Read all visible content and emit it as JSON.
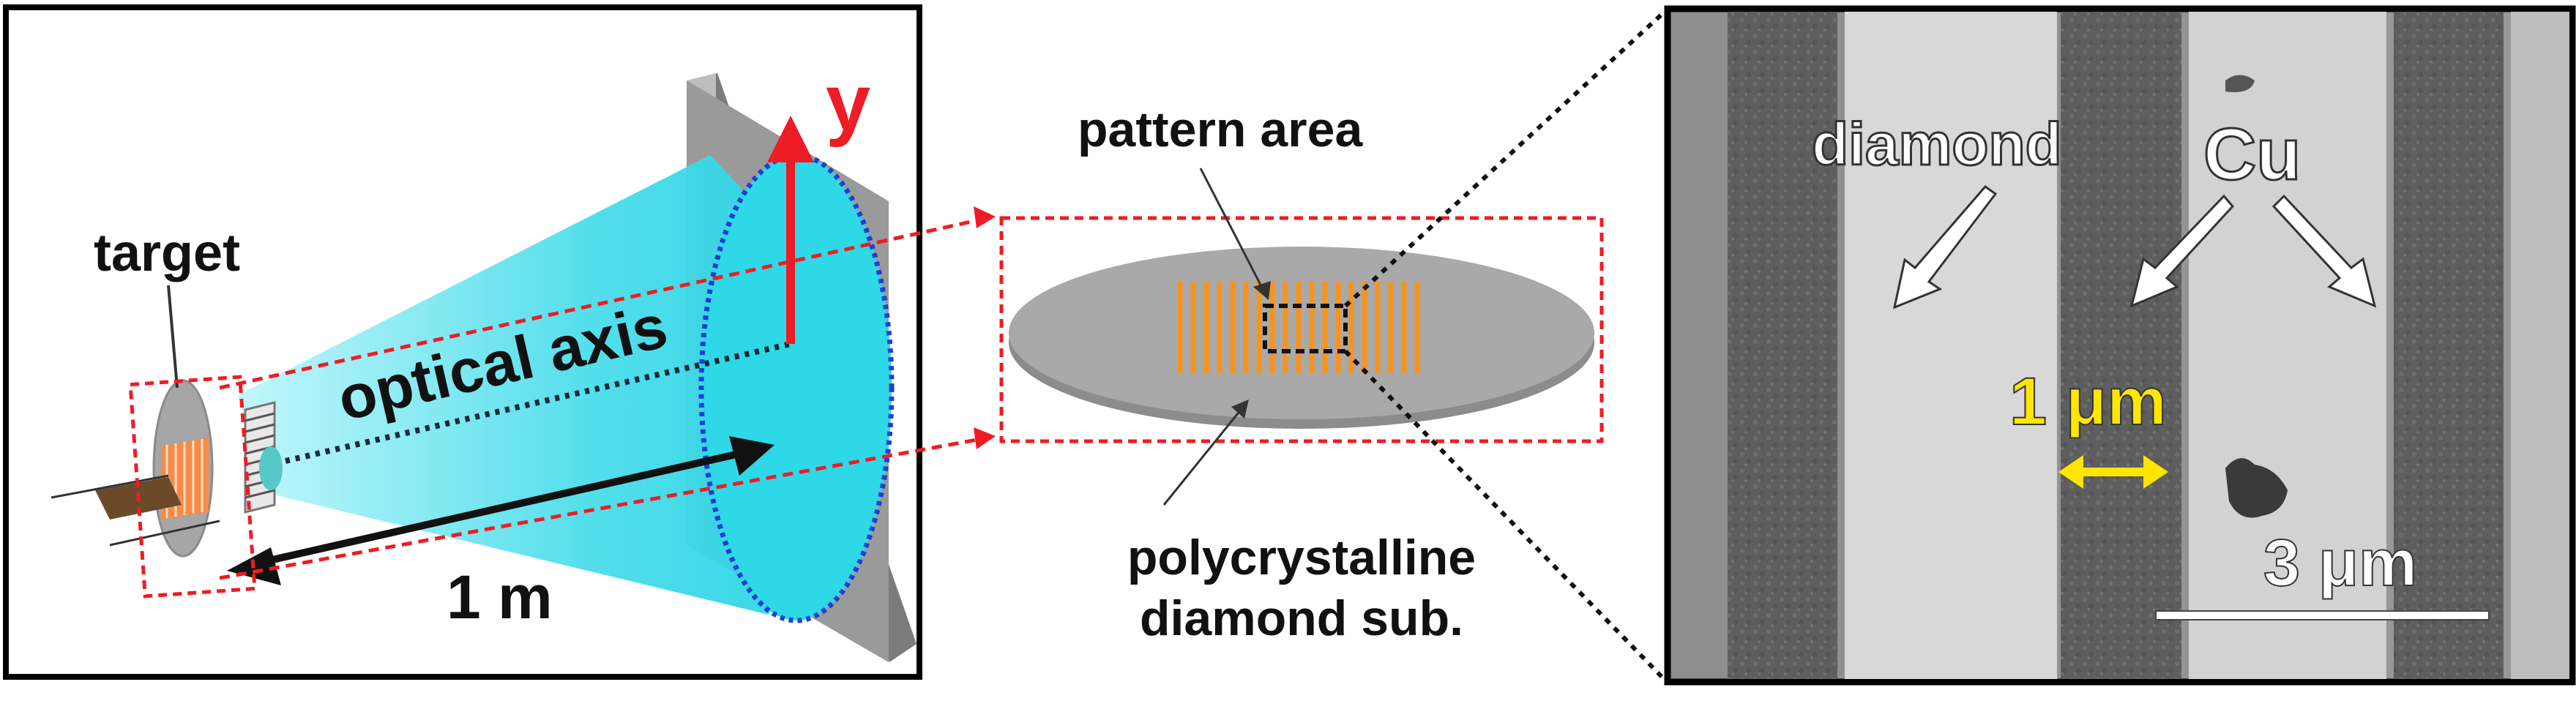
{
  "panel_left": {
    "target_label": "target",
    "axis_label": "optical axis",
    "y_label": "y",
    "distance_label": "1 m"
  },
  "panel_middle": {
    "pattern_label": "pattern area",
    "substrate_label_line1": "polycrystalline",
    "substrate_label_line2": "diamond sub."
  },
  "panel_right": {
    "diamond_label": "diamond",
    "cu_label": "Cu",
    "width_label": "1 μm",
    "scale_label": "3 μm"
  },
  "colors": {
    "beam": "#2fd8e6",
    "beam_light": "#a8f3f8",
    "red": "#ee1c24",
    "orange": "#f7941d",
    "yellow": "#ffe600",
    "screen": "#9a9a9a",
    "disc": "#a6a6a6"
  }
}
